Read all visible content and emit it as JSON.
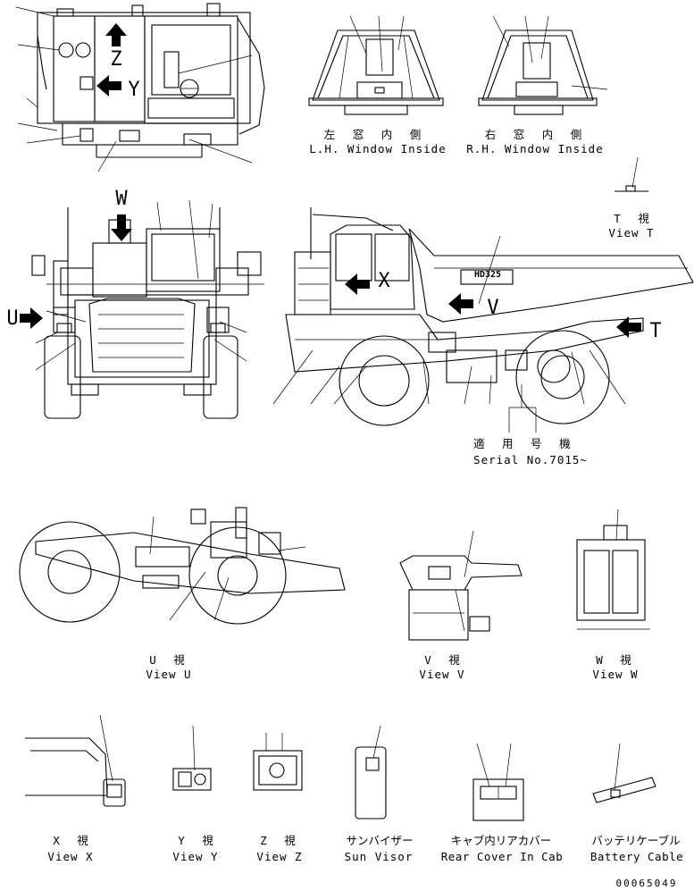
{
  "labels": {
    "lh_window_jp": "左 窓 内 側",
    "lh_window_en": "L.H. Window Inside",
    "rh_window_jp": "右 窓 内 側",
    "rh_window_en": "R.H. Window Inside",
    "view_t_jp": "T 視",
    "view_t_en": "View T",
    "serial_jp": "適 用 号 機",
    "serial_en": "Serial No.7015~",
    "view_u_jp": "U 視",
    "view_u_en": "View U",
    "view_v_jp": "V 視",
    "view_v_en": "View V",
    "view_w_jp": "W 視",
    "view_w_en": "View W",
    "view_x_jp": "X 視",
    "view_x_en": "View X",
    "view_y_jp": "Y 視",
    "view_y_en": "View Y",
    "view_z_jp": "Z 視",
    "view_z_en": "View Z",
    "sun_visor_jp": "サンバイザー",
    "sun_visor_en": "Sun Visor",
    "rear_cover_jp": "キャブ内リアカバー",
    "rear_cover_en": "Rear Cover In Cab",
    "battery_jp": "バッテリケーブル",
    "battery_en": "Battery Cable",
    "drawing_number": "00065049",
    "model_badge": "HD325"
  },
  "view_letters": {
    "z": "Z",
    "y": "Y",
    "w": "W",
    "u": "U",
    "x": "X",
    "v": "V",
    "t": "T"
  }
}
